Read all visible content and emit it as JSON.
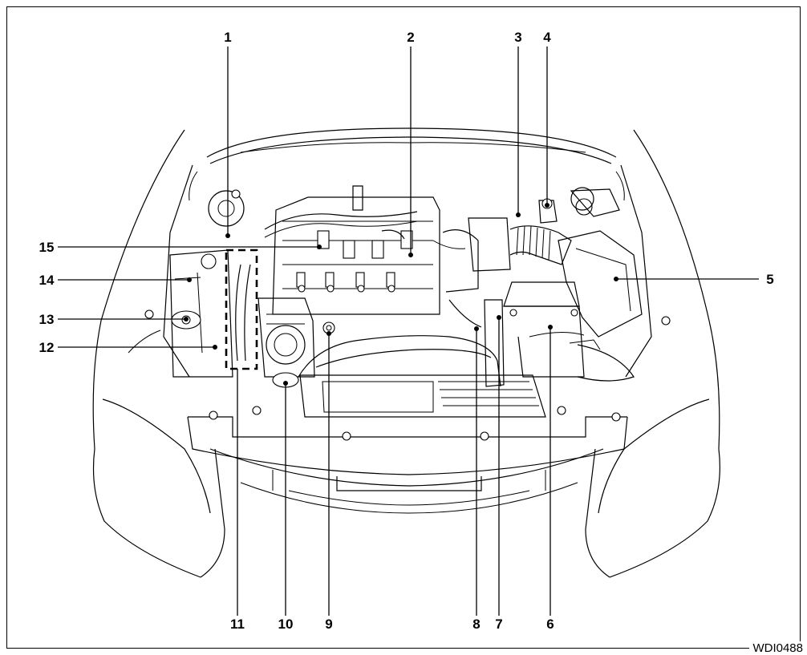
{
  "figure_code": "WDI0488",
  "callouts": [
    "1",
    "2",
    "3",
    "4",
    "5",
    "6",
    "7",
    "8",
    "9",
    "10",
    "11",
    "12",
    "13",
    "14",
    "15"
  ]
}
